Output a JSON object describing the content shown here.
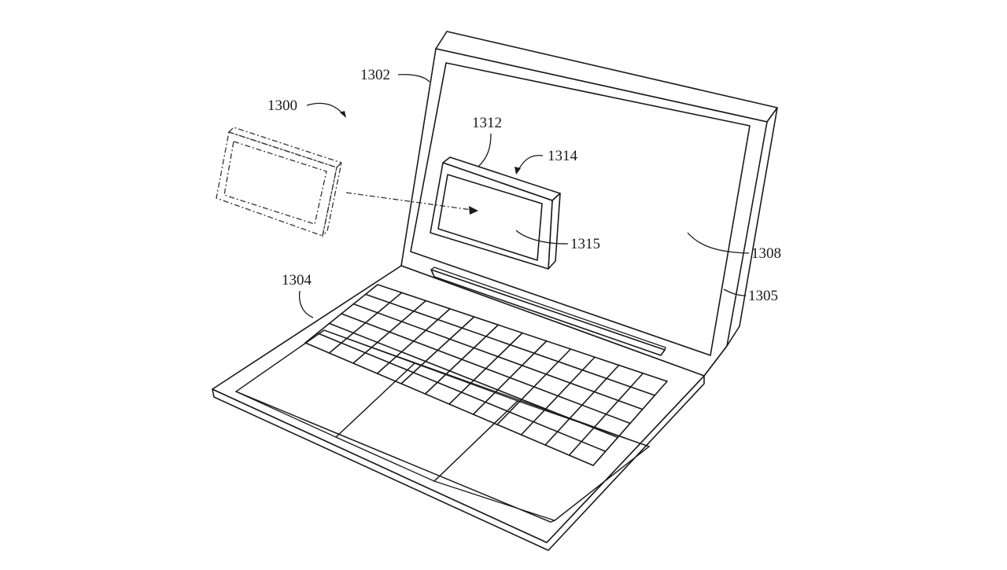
{
  "figure": {
    "type": "patent-line-drawing",
    "subject": "laptop with detachable display module",
    "reference_numerals": {
      "system": "1300",
      "display_housing": "1302",
      "base_housing": "1304",
      "housing_edge": "1305",
      "primary_display": "1308",
      "module_housing": "1312",
      "display_module": "1314",
      "module_screen": "1315"
    },
    "keyboard": {
      "rows": 6,
      "columns": 12
    },
    "trackpads": 3,
    "colors": {
      "line": "#1a1a1a",
      "background": "#ffffff"
    }
  }
}
